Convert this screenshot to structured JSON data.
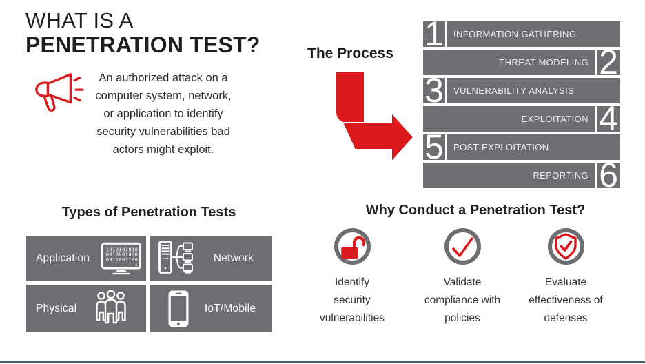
{
  "colors": {
    "red": "#da1a1c",
    "gray": "#6d6e71",
    "ink": "#1e1e1e",
    "body": "#2b2b2b",
    "bar-text": "#ededed",
    "rule": "#44616c"
  },
  "intro": {
    "title_line1": "WHAT IS A",
    "title_line2": "PENETRATION TEST?",
    "icon": "megaphone-icon",
    "description_lines": [
      "An authorized attack on a",
      "computer system, network,",
      "or application to identify",
      "security vulnerabilities bad",
      "actors might exploit."
    ]
  },
  "process": {
    "heading": "The Process",
    "arrow_icon": "down-right-arrow-icon",
    "steps": [
      {
        "num": "1",
        "label": "INFORMATION GATHERING",
        "number_side": "left"
      },
      {
        "num": "2",
        "label": "THREAT MODELING",
        "number_side": "right"
      },
      {
        "num": "3",
        "label": "VULNERABILITY ANALYSIS",
        "number_side": "left"
      },
      {
        "num": "4",
        "label": "EXPLOITATION",
        "number_side": "right"
      },
      {
        "num": "5",
        "label": "POST-EXPLOITATION",
        "number_side": "left"
      },
      {
        "num": "6",
        "label": "REPORTING",
        "number_side": "right"
      }
    ]
  },
  "types": {
    "heading": "Types of Penetration Tests",
    "items": [
      {
        "label": "Application",
        "icon": "monitor-code-icon"
      },
      {
        "label": "Network",
        "icon": "server-network-icon"
      },
      {
        "label": "Physical",
        "icon": "people-icon"
      },
      {
        "label": "IoT/Mobile",
        "icon": "smartphone-icon"
      }
    ],
    "monitor_binary_rows": [
      "1010101010",
      "0010001000",
      "0011001100"
    ]
  },
  "why": {
    "heading": "Why Conduct a Penetration Test?",
    "items": [
      {
        "icon": "open-padlock-icon",
        "label_lines": [
          "Identify",
          "security",
          "vulnerabilities"
        ]
      },
      {
        "icon": "checkmark-icon",
        "label_lines": [
          "Validate",
          "compliance with",
          "policies"
        ]
      },
      {
        "icon": "shield-check-icon",
        "label_lines": [
          "Evaluate",
          "effectiveness of",
          "defenses"
        ]
      }
    ]
  }
}
